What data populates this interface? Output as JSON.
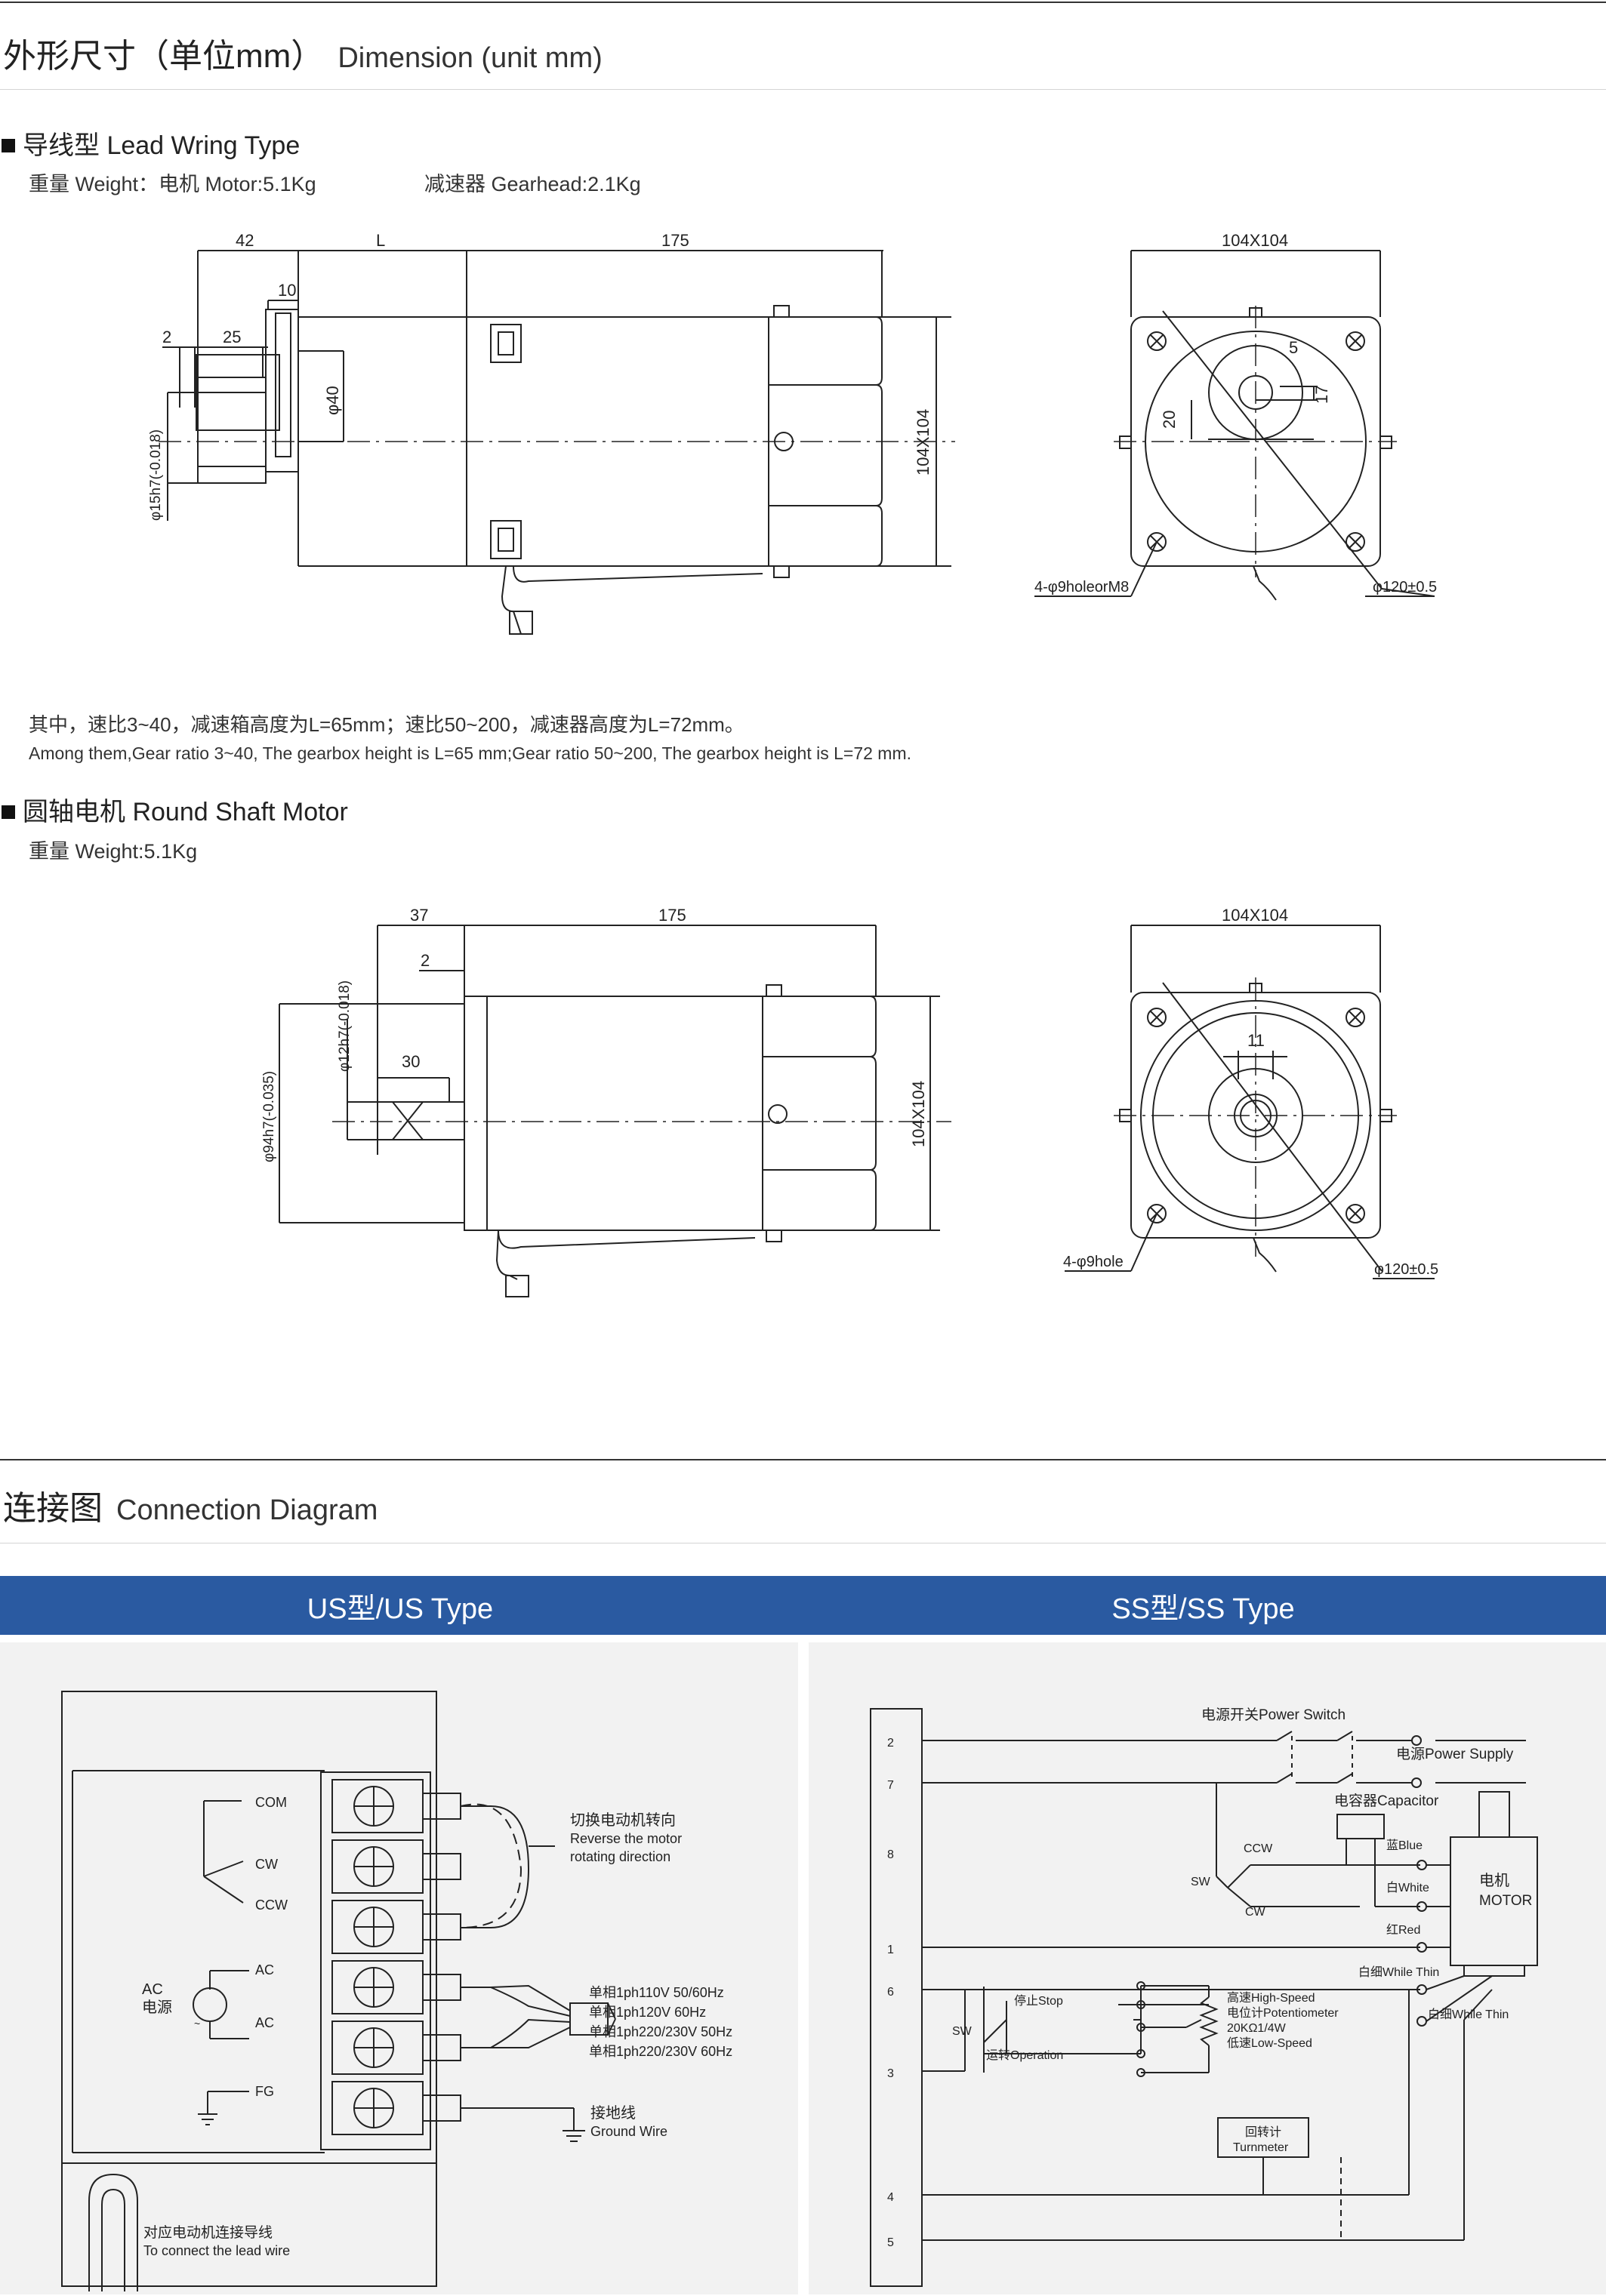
{
  "dimension": {
    "title_cn": "外形尺寸（单位mm）",
    "title_en": "Dimension (unit mm)",
    "lead": {
      "title": "导线型 Lead Wring Type",
      "weight_motor": "重量 Weight：电机 Motor:5.1Kg",
      "weight_gear": "减速器 Gearhead:2.1Kg",
      "dims": {
        "d42": "42",
        "dL": "L",
        "d175": "175",
        "d10": "10",
        "d2": "2",
        "d25": "25",
        "d40": "φ40",
        "d15": "φ15h7(-0.018)",
        "d104v": "104X104",
        "d104h": "104X104",
        "d5": "5",
        "d17": "17",
        "d20": "20",
        "hole": "4-φ9holeorM8",
        "pcd": "φ120±0.5"
      }
    },
    "note_cn": "其中，速比3~40，减速箱高度为L=65mm；速比50~200，减速器高度为L=72mm。",
    "note_en": "Among them,Gear ratio 3~40, The gearbox height is L=65 mm;Gear ratio 50~200, The gearbox height is L=72 mm.",
    "round": {
      "title": "圆轴电机 Round Shaft Motor",
      "weight": "重量 Weight:5.1Kg",
      "dims": {
        "d37": "37",
        "d175": "175",
        "d2": "2",
        "d12": "φ12h7(-0.018)",
        "d30": "30",
        "d94": "φ94h7(-0.035)",
        "d104v": "104X104",
        "d104h": "104X104",
        "d11": "11",
        "hole": "4-φ9hole",
        "pcd": "φ120±0.5"
      }
    }
  },
  "connection": {
    "title_cn": "连接图",
    "title_en": "Connection Diagram",
    "us": {
      "band": "US型/US Type",
      "com": "COM",
      "cw": "CW",
      "ccw": "CCW",
      "ac1": "AC",
      "ac2": "AC",
      "ac_power": "AC",
      "ac_power_cn": "电源",
      "fg": "FG",
      "tilde": "~",
      "reverse_cn": "切换电动机转向",
      "reverse_en1": "Reverse the motor",
      "reverse_en2": "rotating direction",
      "v1": "单相1ph110V 50/60Hz",
      "v2": "单相1ph120V 60Hz",
      "v3": "单相1ph220/230V 50Hz",
      "v4": "单相1ph220/230V 60Hz",
      "ground_cn": "接地线",
      "ground_en": "Ground Wire",
      "lead_cn": "对应电动机连接导线",
      "lead_en": "To connect the lead wire"
    },
    "ss": {
      "band": "SS型/SS Type",
      "pins": [
        "2",
        "7",
        "8",
        "1",
        "6",
        "3",
        "4",
        "5"
      ],
      "power_switch": "电源开关Power Switch",
      "power_supply": "电源Power Supply",
      "capacitor": "电容器Capacitor",
      "blue": "蓝Blue",
      "white": "白White",
      "red": "红Red",
      "white_thin1": "白细While Thin",
      "white_thin2": "白细While Thin",
      "ccw": "CCW",
      "cw": "CW",
      "sw1": "SW",
      "sw2": "SW",
      "motor_cn": "电机",
      "motor_en": "MOTOR",
      "stop": "停止Stop",
      "operation": "运转Operation",
      "pot1": "高速High-Speed",
      "pot2": "电位计Potentiometer",
      "pot3": "20KΩ1/4W",
      "pot4": "低速Low-Speed",
      "turn_cn": "回转计",
      "turn_en": "Turnmeter"
    }
  }
}
